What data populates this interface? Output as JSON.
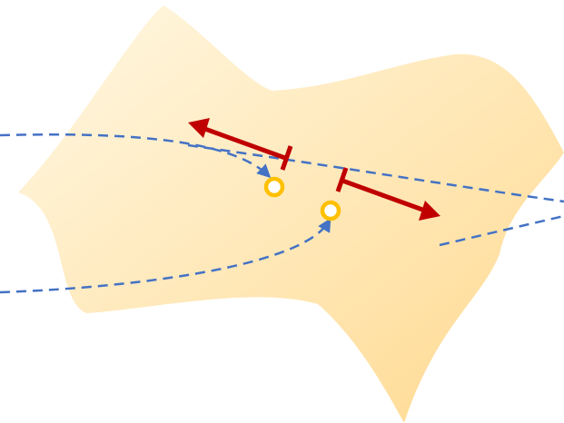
{
  "colors": {
    "background": "#ffffff",
    "surface_light": "#fff8e4",
    "surface_dark": "#ffd98f",
    "trajectory": "#4472c4",
    "arrow": "#c00000",
    "point_ring": "#ffc000",
    "point_fill": "#ffffff"
  },
  "elements": {
    "surface": "curved-manifold-surface",
    "trajectories": [
      "upper-dashed-trajectory",
      "lower-dashed-trajectory",
      "center-dashed-line",
      "right-dashed-segment"
    ],
    "points": [
      "left-ring-point",
      "right-ring-point"
    ],
    "arrows": [
      "left-red-arrow",
      "right-red-arrow"
    ]
  }
}
